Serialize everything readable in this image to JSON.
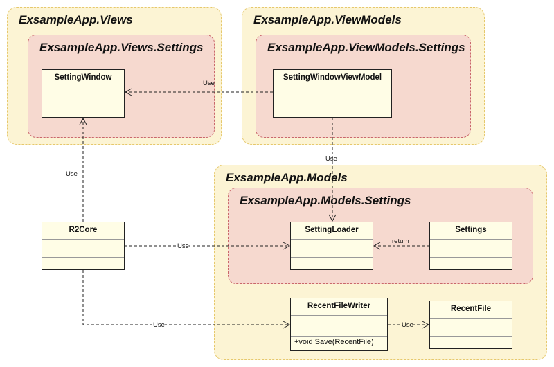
{
  "packages": {
    "views": {
      "title": "ExsampleApp.Views"
    },
    "views_settings": {
      "title": "ExsampleApp.Views.Settings"
    },
    "viewmodels": {
      "title": "ExsampleApp.ViewModels"
    },
    "viewmodels_settings": {
      "title": "ExsampleApp.ViewModels.Settings"
    },
    "models": {
      "title": "ExsampleApp.Models"
    },
    "models_settings": {
      "title": "ExsampleApp.Models.Settings"
    }
  },
  "classes": {
    "setting_window": {
      "name": "SettingWindow"
    },
    "setting_window_view_model": {
      "name": "SettingWindowViewModel"
    },
    "r2core": {
      "name": "R2Core"
    },
    "setting_loader": {
      "name": "SettingLoader"
    },
    "settings": {
      "name": "Settings"
    },
    "recent_file_writer": {
      "name": "RecentFileWriter",
      "operation": "+void Save(RecentFile)"
    },
    "recent_file": {
      "name": "RecentFile"
    }
  },
  "edges": {
    "vm_to_window": "Use",
    "vm_to_loader": "Use",
    "r2core_to_window": "Use",
    "r2core_to_loader": "Use",
    "settings_to_loader": "return",
    "r2core_to_writer": "Use",
    "writer_to_recentfile": "Use"
  },
  "colors": {
    "outer_package_fill": "#fcf4d4",
    "inner_package_fill": "#f6d9cf",
    "class_fill": "#fffde6"
  }
}
